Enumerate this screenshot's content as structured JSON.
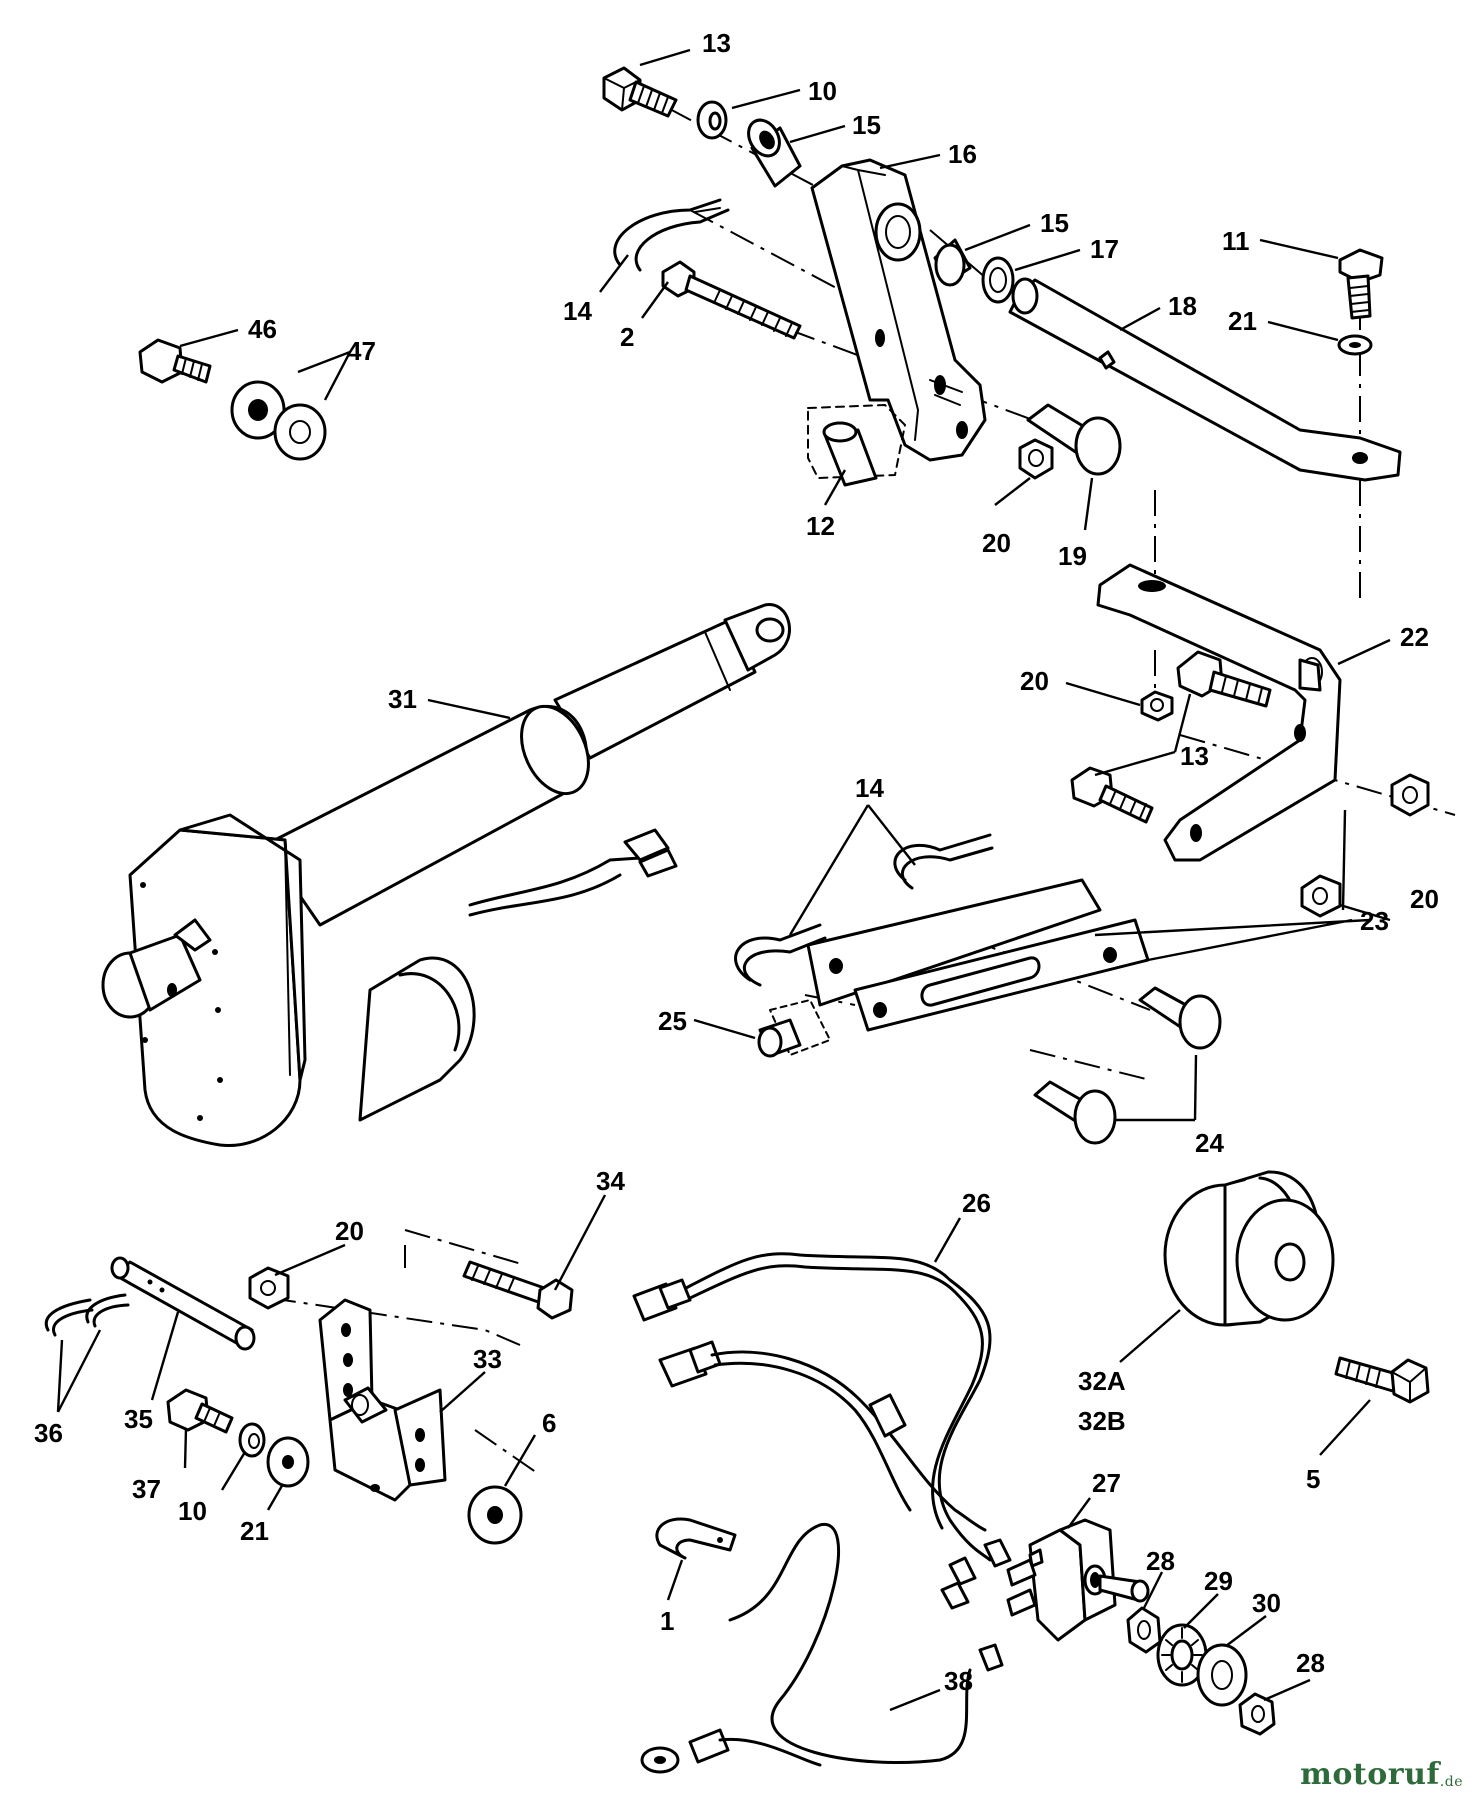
{
  "callouts": [
    {
      "label": "13"
    },
    {
      "label": "10"
    },
    {
      "label": "15"
    },
    {
      "label": "16"
    },
    {
      "label": "15"
    },
    {
      "label": "17"
    },
    {
      "label": "11"
    },
    {
      "label": "18"
    },
    {
      "label": "21"
    },
    {
      "label": "14"
    },
    {
      "label": "2"
    },
    {
      "label": "46"
    },
    {
      "label": "47"
    },
    {
      "label": "12"
    },
    {
      "label": "20"
    },
    {
      "label": "19"
    },
    {
      "label": "22"
    },
    {
      "label": "31"
    },
    {
      "label": "20"
    },
    {
      "label": "13"
    },
    {
      "label": "14"
    },
    {
      "label": "23"
    },
    {
      "label": "20"
    },
    {
      "label": "25"
    },
    {
      "label": "24"
    },
    {
      "label": "34"
    },
    {
      "label": "20"
    },
    {
      "label": "26"
    },
    {
      "label": "33"
    },
    {
      "label": "36"
    },
    {
      "label": "35"
    },
    {
      "label": "37"
    },
    {
      "label": "10"
    },
    {
      "label": "21"
    },
    {
      "label": "6"
    },
    {
      "label": "32A"
    },
    {
      "label": "32B"
    },
    {
      "label": "5"
    },
    {
      "label": "27"
    },
    {
      "label": "1"
    },
    {
      "label": "28"
    },
    {
      "label": "29"
    },
    {
      "label": "30"
    },
    {
      "label": "28"
    },
    {
      "label": "38"
    }
  ],
  "watermark": {
    "brand": "motoruf",
    "tld": ".de",
    "color": "#2e6b3a"
  }
}
